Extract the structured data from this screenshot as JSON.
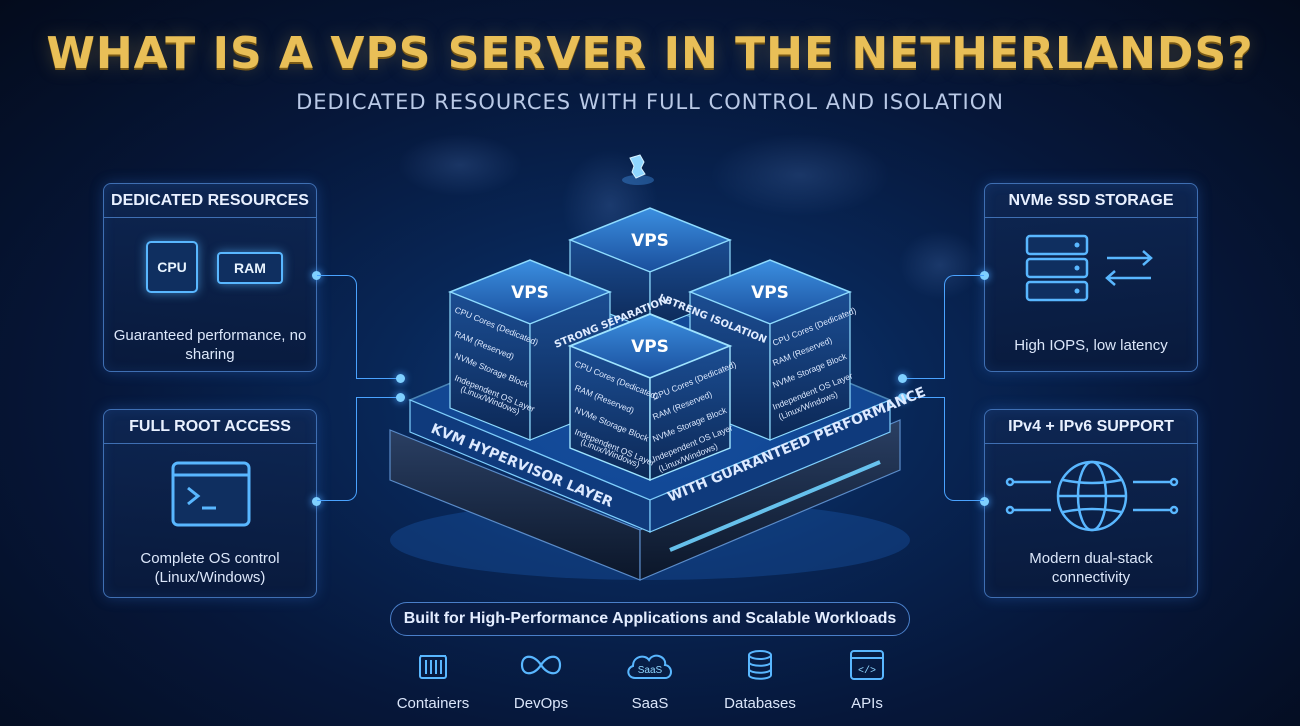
{
  "title": "WHAT IS A VPS SERVER IN THE NETHERLANDS?",
  "subtitle": "DEDICATED RESOURCES WITH FULL CONTROL AND ISOLATION",
  "colors": {
    "accent_gold": "#e9bf57",
    "glow_blue": "#4aa3ff",
    "background": "#06173a"
  },
  "cards": {
    "dedicated": {
      "title": "DEDICATED RESOURCES",
      "text": "Guaranteed performance, no sharing",
      "chip_cpu": "CPU",
      "chip_ram": "RAM",
      "icons": [
        "cpu-chip-icon",
        "ram-module-icon"
      ]
    },
    "root": {
      "title": "FULL ROOT ACCESS",
      "text": "Complete OS control (Linux/Windows)",
      "icon": "terminal-icon"
    },
    "nvme": {
      "title": "NVMe SSD STORAGE",
      "text": "High IOPS, low latency",
      "icon": "server-stack-icon"
    },
    "ip": {
      "title": "IPv4 + IPv6 SUPPORT",
      "text": "Modern dual-stack connectivity",
      "icon": "globe-icon"
    }
  },
  "diagram": {
    "vps_label": "VPS",
    "layers": [
      "CPU Cores (Dedicated)",
      "RAM (Reserved)",
      "NVMe Storage Block",
      "Independent OS Layer",
      "(Linux/Windows)"
    ],
    "strong_separation": "STRONG SEPARATION",
    "strong_isolation": "LBTRENG ISOLATION",
    "hypervisor": "KVM HYPERVISOR LAYER",
    "guaranteed": "WITH GUARANTEED PERFORMANCE"
  },
  "bottom_banner": "Built for High-Performance Applications and Scalable Workloads",
  "use_cases": [
    {
      "label": "Containers",
      "icon": "container-icon"
    },
    {
      "label": "DevOps",
      "icon": "devops-loop-icon"
    },
    {
      "label": "SaaS",
      "icon": "saas-cloud-icon",
      "badge": "SaaS"
    },
    {
      "label": "Databases",
      "icon": "database-icon"
    },
    {
      "label": "APIs",
      "icon": "api-code-icon",
      "badge": "</>"
    }
  ]
}
